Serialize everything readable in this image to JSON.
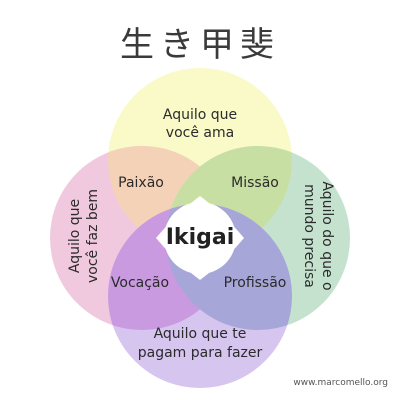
{
  "title": "生き甲斐",
  "center_label": "Ikigai",
  "circles": {
    "top": {
      "line1": "Aquilo que",
      "line2": "você ama",
      "color": "#fafac8"
    },
    "left": {
      "line1": "Aquilo que",
      "line2": "você faz bem",
      "color": "#f0c6dc"
    },
    "right": {
      "line1": "Aquilo do que o",
      "line2": "mundo precisa",
      "color": "#c2e0cc"
    },
    "bottom": {
      "line1": "Aquilo que te",
      "line2": "pagam para fazer",
      "color": "#d4c2ee"
    }
  },
  "overlaps": {
    "top_left": "Paixão",
    "top_right": "Missão",
    "bottom_left": "Vocação",
    "bottom_right": "Profissão"
  },
  "overlap_colors": {
    "top_left": "#f3d2b8",
    "top_right": "#c8dfa4",
    "bottom_left": "#c99ae0",
    "bottom_right": "#a7a6d8"
  },
  "credit": "www.marcomello.org"
}
